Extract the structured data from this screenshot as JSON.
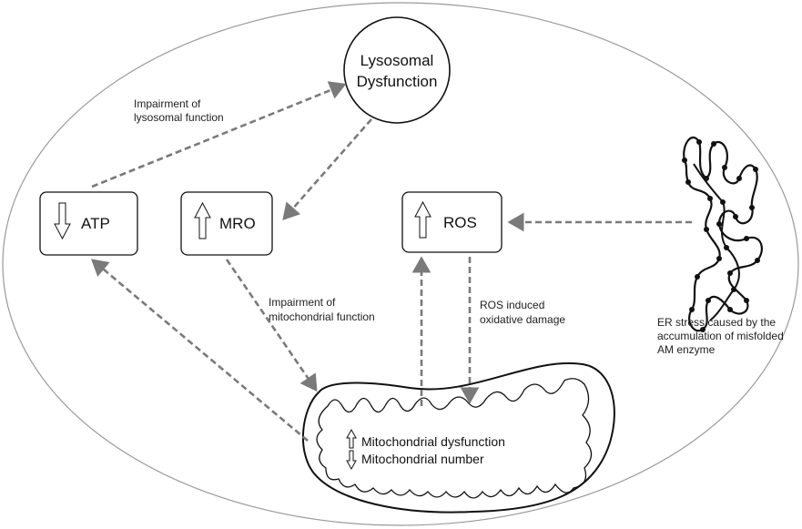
{
  "nodes": {
    "lysosomal": {
      "line1": "Lysosomal",
      "line2": "Dysfunction"
    },
    "atp": {
      "label": "ATP",
      "direction": "down"
    },
    "mro": {
      "label": "MRO",
      "direction": "up"
    },
    "ros": {
      "label": "ROS",
      "direction": "up"
    }
  },
  "annotations": {
    "impair_lyso": {
      "line1": "Impairment of",
      "line2": "lysosomal function"
    },
    "impair_mito": {
      "line1": "Impairment of",
      "line2": "mitochondrial function"
    },
    "ros_damage": {
      "line1": "ROS induced",
      "line2": "oxidative damage"
    },
    "er_stress": {
      "line1": "ER stress caused by the",
      "line2": "accumulation of misfolded",
      "line3": "AM enzyme"
    }
  },
  "mitochondrion": {
    "line1": "Mitochondrial dysfunction",
    "line2": "Mitochondrial number"
  },
  "colors": {
    "arrow": "#7a7a7a",
    "outline": "#111111",
    "cell": "#9a9a9a"
  }
}
